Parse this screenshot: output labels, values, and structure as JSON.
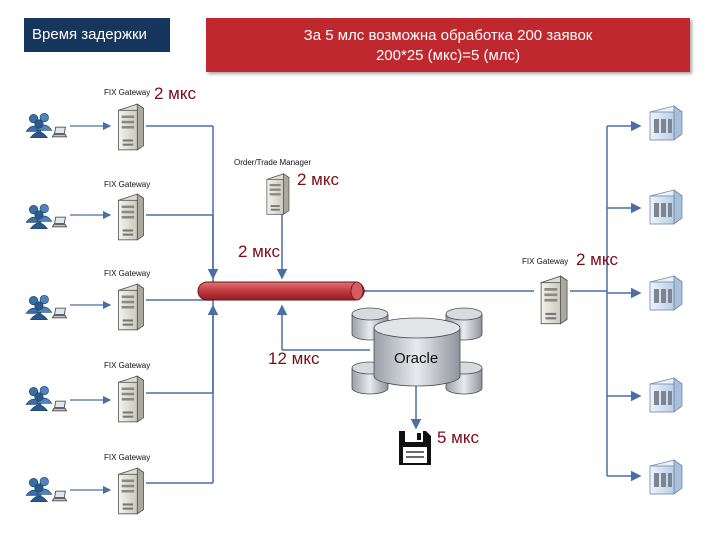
{
  "title": "Время задержки",
  "banner": {
    "line1": "За 5 млс возможна обработка 200 заявок",
    "line2": "200*25 (мкс)=5 (млс)"
  },
  "left_gateways": [
    {
      "label": "FIX Gateway",
      "latency": "2 мкс"
    },
    {
      "label": "FIX Gateway"
    },
    {
      "label": "FIX Gateway"
    },
    {
      "label": "FIX Gateway"
    },
    {
      "label": "FIX Gateway"
    }
  ],
  "order_manager": {
    "label": "Order/Trade Manager",
    "latency": "2 мкс"
  },
  "bus_latency": "2 мкс",
  "db_latency": "12 мкс",
  "oracle_label": "Oracle",
  "disk_latency": "5 мкс",
  "right_gateway": {
    "label": "FIX Gateway",
    "latency": "2 мкс"
  },
  "icons": {
    "clients": "user-group-icon",
    "laptop": "laptop-icon",
    "server": "server-icon",
    "exchange": "exchange-server-icon",
    "database": "database-icon",
    "disk": "floppy-disk-icon"
  },
  "colors": {
    "title_bg": "#17365d",
    "banner_bg": "#c0282f",
    "bus": "#c0393f",
    "line": "#4a6fa5",
    "latency_text": "#7a0c16"
  }
}
